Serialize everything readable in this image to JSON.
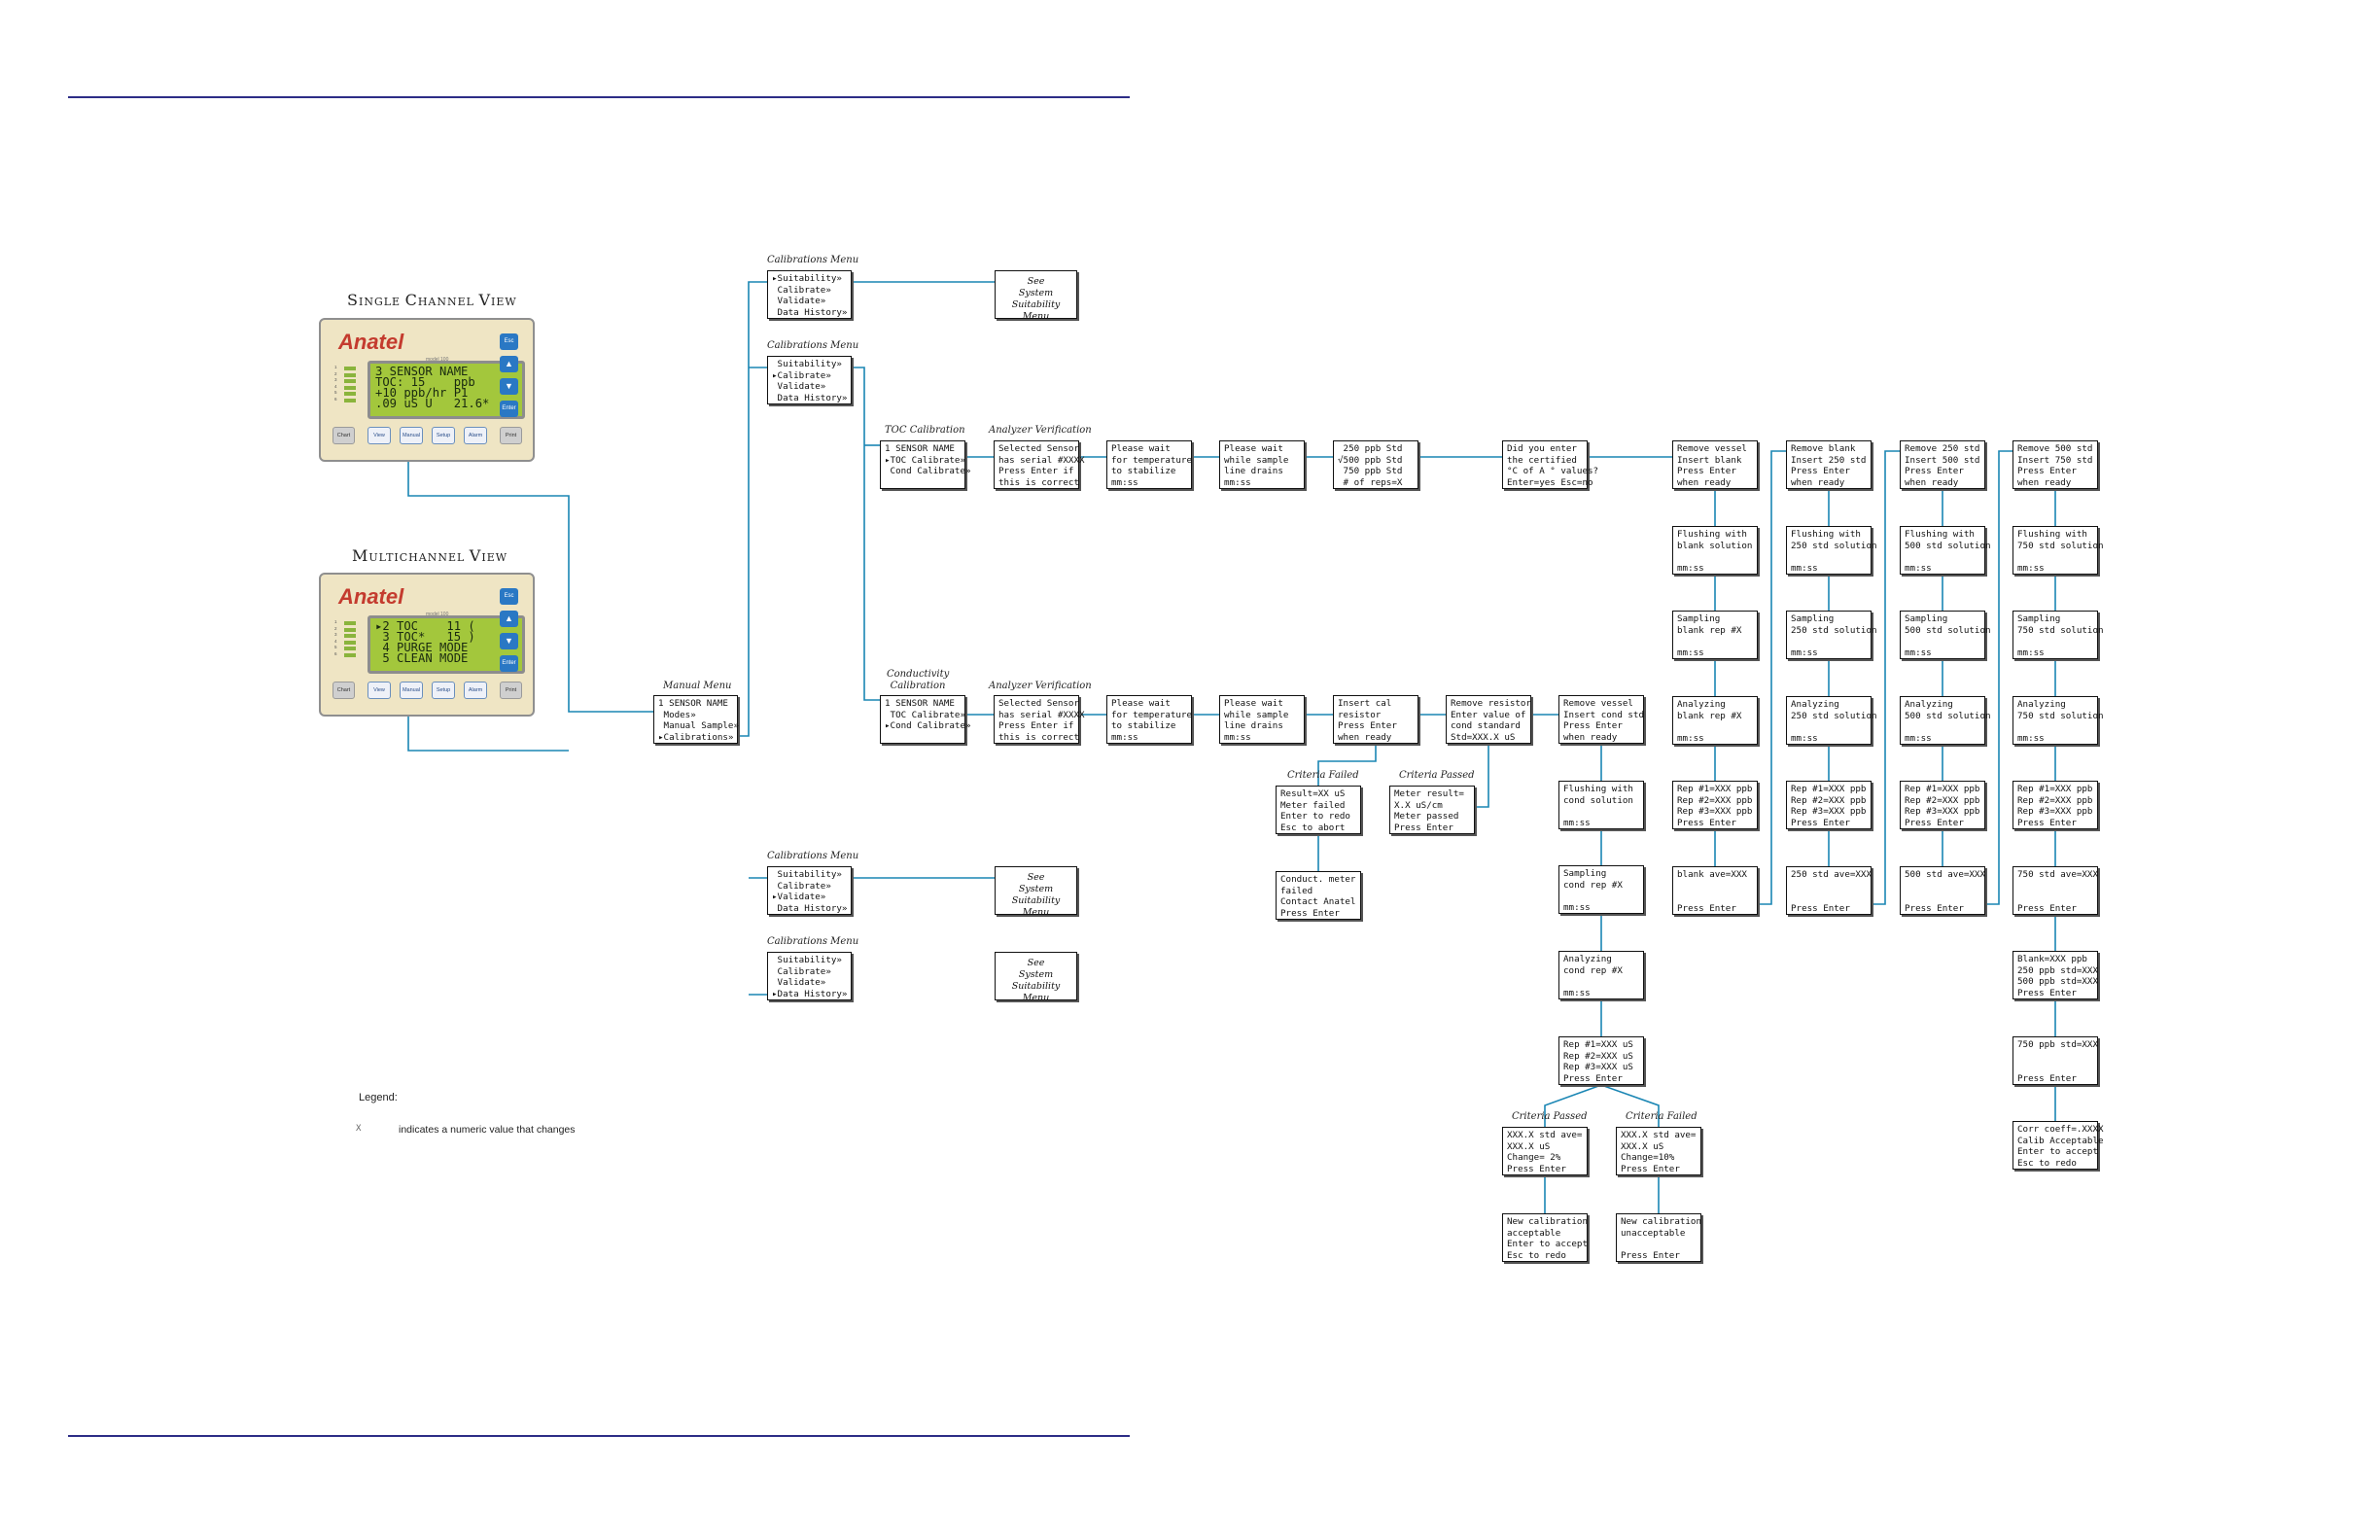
{
  "devices": {
    "single": {
      "title_parts": [
        "S",
        "INGLE ",
        "C",
        "HANNEL ",
        "V",
        "IEW"
      ],
      "brand": "Anatel",
      "model": "model 100",
      "lcd_lines": [
        "3 SENSOR NAME",
        "TOC: 15    ppb",
        "+10 ppb/hr P1",
        ".09 uS U   21.6*"
      ],
      "led_labels": [
        "1",
        "2",
        "3",
        "4",
        "5",
        "6"
      ],
      "buttons_right": [
        "Esc",
        "▲",
        "▼",
        "Enter"
      ],
      "buttons_bottom": [
        "Chart",
        "View",
        "Manual",
        "Setup",
        "Alarm",
        "Print"
      ]
    },
    "multi": {
      "title_parts": [
        "M",
        "ULTICHANNEL ",
        "V",
        "IEW"
      ],
      "brand": "Anatel",
      "model": "model 100",
      "lcd_lines": [
        "▸2 TOC    11 (",
        " 3 TOC*   15 )",
        " 4 PURGE MODE",
        " 5 CLEAN MODE"
      ],
      "led_labels": [
        "1",
        "2",
        "3",
        "4",
        "5",
        "6"
      ],
      "buttons_right": [
        "Esc",
        "▲",
        "▼",
        "Enter"
      ],
      "buttons_bottom": [
        "Chart",
        "View",
        "Manual",
        "Setup",
        "Alarm",
        "Print"
      ]
    }
  },
  "labels": {
    "cal_menu": "Calibrations Menu",
    "manual_menu": "Manual Menu",
    "toc_cal": "TOC Calibration",
    "analyzer_ver": "Analyzer Verification",
    "cond_cal": "Conductivity Calibration",
    "criteria_failed": "Criteria Failed",
    "criteria_passed": "Criteria Passed"
  },
  "boxes": {
    "cal_menu_1": [
      "▸Suitability»",
      " Calibrate»",
      " Validate»",
      " Data History»"
    ],
    "cal_menu_2": [
      " Suitability»",
      "▸Calibrate»",
      " Validate»",
      " Data History»"
    ],
    "cal_menu_3": [
      " Suitability»",
      " Calibrate»",
      "▸Validate»",
      " Data History»"
    ],
    "cal_menu_4": [
      " Suitability»",
      " Calibrate»",
      " Validate»",
      "▸Data History»"
    ],
    "see_1": [
      "See",
      "System",
      "Suitability",
      "Menu"
    ],
    "see_3": [
      "See",
      "System",
      "Suitability",
      "Menu"
    ],
    "see_4": [
      "See",
      "System",
      "Suitability",
      "Menu"
    ],
    "manual_menu": [
      "1 SENSOR NAME",
      " Modes»",
      " Manual Sample»",
      "▸Calibrations»"
    ],
    "toc_sel": [
      "1 SENSOR NAME",
      "▸TOC Calibrate»",
      " Cond Calibrate»"
    ],
    "toc_sensor": [
      "Selected Sensor",
      "has serial #XXXX",
      "Press Enter if",
      "this is correct"
    ],
    "toc_wait": [
      "Please wait",
      "for temperature",
      "to stabilize",
      "mm:ss"
    ],
    "toc_drain": [
      "Please wait",
      "while sample",
      "line drains",
      "mm:ss"
    ],
    "toc_std": [
      " 250 ppb Std",
      "√500 ppb Std",
      " 750 ppb Std",
      " # of reps=X"
    ],
    "toc_cert": [
      "Did you enter",
      "the certified",
      "°C of A ° values?",
      "Enter=yes Esc=no"
    ],
    "cond_sel": [
      "1 SENSOR NAME",
      " TOC Calibrate»",
      "▸Cond Calibrate»"
    ],
    "cond_sensor": [
      "Selected Sensor",
      "has serial #XXXX",
      "Press Enter if",
      "this is correct"
    ],
    "cond_wait": [
      "Please wait",
      "for temperature",
      "to stabilize",
      "mm:ss"
    ],
    "cond_drain": [
      "Please wait",
      "while sample",
      "line drains",
      "mm:ss"
    ],
    "cond_insert": [
      "Insert cal",
      "resistor",
      "Press Enter",
      "when ready"
    ],
    "cond_remove_res": [
      "Remove resistor",
      "Enter value of",
      "cond standard",
      "Std=XXX.X uS"
    ],
    "cond_fail": [
      "Result=XX uS",
      "Meter failed",
      "Enter to redo",
      "Esc to abort"
    ],
    "cond_pass": [
      "Meter result=",
      "X.X uS/cm",
      "Meter passed",
      "Press Enter"
    ],
    "cond_fail2": [
      "Conduct. meter",
      "failed",
      "Contact Anatel",
      "Press Enter"
    ],
    "cv_remove": [
      "Remove vessel",
      "Insert cond std",
      "Press Enter",
      "when ready"
    ],
    "cv_flush": [
      "Flushing with",
      "cond solution",
      "",
      "mm:ss"
    ],
    "cv_sample": [
      "Sampling",
      "cond rep #X",
      "",
      "mm:ss"
    ],
    "cv_analyze": [
      "Analyzing",
      "cond rep #X",
      "",
      "mm:ss"
    ],
    "cv_reps": [
      "Rep #1=XXX uS",
      "Rep #2=XXX uS",
      "Rep #3=XXX uS",
      "Press Enter"
    ],
    "cv_pass": [
      "XXX.X std ave=",
      "XXX.X uS",
      "Change= 2%",
      "Press Enter"
    ],
    "cv_failbox": [
      "XXX.X std ave=",
      "XXX.X uS",
      "Change=10%",
      "Press Enter"
    ],
    "cv_ok": [
      "New calibration",
      "acceptable",
      "Enter to accept",
      "Esc to redo"
    ],
    "cv_bad": [
      "New calibration",
      "unacceptable",
      "",
      "Press Enter"
    ],
    "c1_1": [
      "Remove vessel",
      "Insert blank",
      "Press Enter",
      "when ready"
    ],
    "c1_2": [
      "Flushing with",
      "blank solution",
      "",
      "mm:ss"
    ],
    "c1_3": [
      "Sampling",
      "blank rep #X",
      "",
      "mm:ss"
    ],
    "c1_4": [
      "Analyzing",
      "blank rep #X",
      "",
      "mm:ss"
    ],
    "c1_5": [
      "Rep #1=XXX ppb",
      "Rep #2=XXX ppb",
      "Rep #3=XXX ppb",
      "Press Enter"
    ],
    "c1_6": [
      "blank ave=XXX",
      "",
      "",
      "Press Enter"
    ],
    "c2_1": [
      "Remove blank",
      "Insert 250 std",
      "Press Enter",
      "when ready"
    ],
    "c2_2": [
      "Flushing with",
      "250 std solution",
      "",
      "mm:ss"
    ],
    "c2_3": [
      "Sampling",
      "250 std solution",
      "",
      "mm:ss"
    ],
    "c2_4": [
      "Analyzing",
      "250 std solution",
      "",
      "mm:ss"
    ],
    "c2_5": [
      "Rep #1=XXX ppb",
      "Rep #2=XXX ppb",
      "Rep #3=XXX ppb",
      "Press Enter"
    ],
    "c2_6": [
      "250 std ave=XXX",
      "",
      "",
      "Press Enter"
    ],
    "c3_1": [
      "Remove 250 std",
      "Insert 500 std",
      "Press Enter",
      "when ready"
    ],
    "c3_2": [
      "Flushing with",
      "500 std solution",
      "",
      "mm:ss"
    ],
    "c3_3": [
      "Sampling",
      "500 std solution",
      "",
      "mm:ss"
    ],
    "c3_4": [
      "Analyzing",
      "500 std solution",
      "",
      "mm:ss"
    ],
    "c3_5": [
      "Rep #1=XXX ppb",
      "Rep #2=XXX ppb",
      "Rep #3=XXX ppb",
      "Press Enter"
    ],
    "c3_6": [
      "500 std ave=XXX",
      "",
      "",
      "Press Enter"
    ],
    "c4_1": [
      "Remove 500 std",
      "Insert 750 std",
      "Press Enter",
      "when ready"
    ],
    "c4_2": [
      "Flushing with",
      "750 std solution",
      "",
      "mm:ss"
    ],
    "c4_3": [
      "Sampling",
      "750 std solution",
      "",
      "mm:ss"
    ],
    "c4_4": [
      "Analyzing",
      "750 std solution",
      "",
      "mm:ss"
    ],
    "c4_5": [
      "Rep #1=XXX ppb",
      "Rep #2=XXX ppb",
      "Rep #3=XXX ppb",
      "Press Enter"
    ],
    "c4_6": [
      "750 std ave=XXX",
      "",
      "",
      "Press Enter"
    ],
    "c4_7": [
      "Blank=XXX ppb",
      "250 ppb std=XXX",
      "500 ppb std=XXX",
      "Press Enter"
    ],
    "c4_8": [
      "750 ppb std=XXX",
      "",
      "",
      "Press Enter"
    ],
    "c4_9": [
      "Corr coeff=.XXXX",
      "Calib Acceptable",
      "Enter to accept",
      "Esc to redo"
    ]
  },
  "legend": {
    "heading": "Legend:",
    "symbol": "X",
    "text": "indicates a numeric value that changes"
  },
  "colors": {
    "connector": "#1a86b4",
    "rule": "#2d2d86",
    "lcd": "#a3c73c",
    "brand": "#c43b2e",
    "panel": "#efe5c4"
  }
}
